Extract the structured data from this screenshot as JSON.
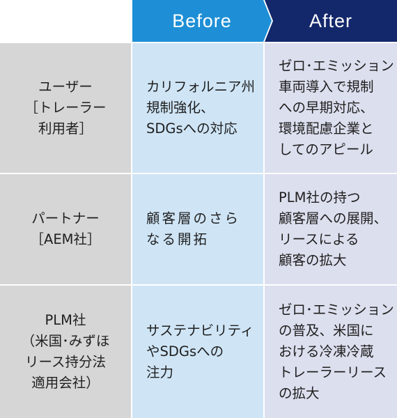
{
  "header": {
    "before": "Before",
    "after": "After"
  },
  "rows": [
    {
      "label": "ユーザー\n［トレーラー\n利用者］",
      "before": "カリフォルニア州\n規制強化、\nSDGsへの対応",
      "after": "ゼロ･エミッション\n車両導入で規制\nへの早期対応、\n環境配慮企業と\nしてのアピール"
    },
    {
      "label": "パートナー\n［AEM社］",
      "before": "顧客層のさら\nなる開拓",
      "after": "PLM社の持つ\n顧客層への展開、\nリースによる\n顧客の拡大"
    },
    {
      "label": "PLM社\n（米国･みずほ\nリース持分法\n適用会社）",
      "before": "サステナビリティ\nやSDGsへの\n注力",
      "after": "ゼロ･エミッション\nの普及、米国に\nおける冷凍冷蔵\nトレーラーリース\nの拡大"
    }
  ]
}
